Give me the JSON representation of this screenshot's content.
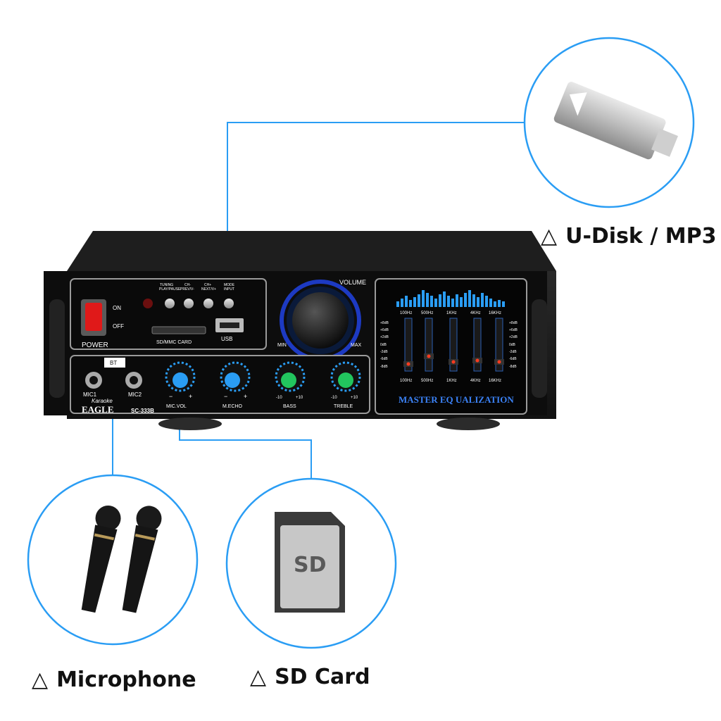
{
  "callouts": {
    "udisk": "U-Disk / MP3",
    "microphone": "Microphone",
    "sdcard": "SD Card",
    "triangle_glyph": "△"
  },
  "amplifier": {
    "power_label": "POWER",
    "on_label": "ON",
    "off_label": "OFF",
    "buttons": [
      {
        "top": "TUNING",
        "bottom": "PLAY/PAUSE"
      },
      {
        "top": "CH-",
        "bottom": "PREV/V-"
      },
      {
        "top": "CH+",
        "bottom": "NEXT/V+"
      },
      {
        "top": "MODE",
        "bottom": "INPUT"
      }
    ],
    "sd_slot_label": "SD/MMC CARD",
    "usb_label": "USB",
    "volume_label": "VOLUME",
    "volume_min": "MIN",
    "volume_max": "MAX",
    "bt_label": "BT",
    "mic1_label": "MIC1",
    "mic2_label": "MIC2",
    "brand": "EAGLE",
    "brand_script": "Karaoke",
    "model": "SC-333B",
    "knobs": [
      {
        "label": "MIC.VOL",
        "min": "−",
        "max": "+",
        "color": "#2a9df4"
      },
      {
        "label": "M.ECHO",
        "min": "−",
        "max": "+",
        "color": "#2a9df4"
      },
      {
        "label": "BASS",
        "min": "-10",
        "max": "+10",
        "color": "#22c55e"
      },
      {
        "label": "TREBLE",
        "min": "-10",
        "max": "+10",
        "color": "#22c55e"
      }
    ],
    "eq": {
      "title": "MASTER EQ UALIZATION",
      "bands": [
        "100Hz",
        "500Hz",
        "1KHz",
        "4KHz",
        "16KHz"
      ],
      "db_scale": [
        "+8dB",
        "+6dB",
        "+2dB",
        "0dB",
        "-2dB",
        "-6dB",
        "-8dB"
      ]
    }
  },
  "sd_card_label": "SD"
}
